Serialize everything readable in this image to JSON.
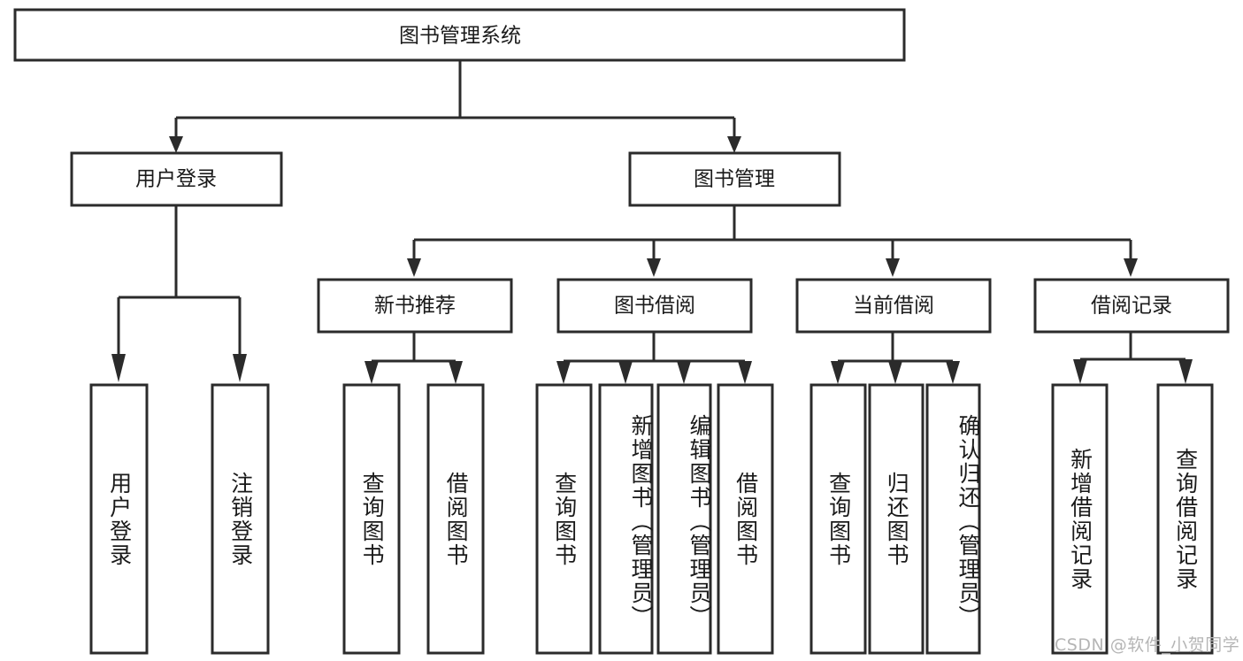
{
  "diagram": {
    "title": "图书管理系统",
    "type": "hierarchy-tree",
    "root": {
      "id": "root",
      "label": "图书管理系统",
      "orientation": "horizontal"
    },
    "level1": [
      {
        "id": "user-login",
        "label": "用户登录",
        "orientation": "horizontal"
      },
      {
        "id": "book-manage",
        "label": "图书管理",
        "orientation": "horizontal"
      }
    ],
    "level2": [
      {
        "id": "new-book-rec",
        "label": "新书推荐",
        "orientation": "horizontal",
        "parent": "book-manage"
      },
      {
        "id": "book-borrow",
        "label": "图书借阅",
        "orientation": "horizontal",
        "parent": "book-manage"
      },
      {
        "id": "current-borrow",
        "label": "当前借阅",
        "orientation": "horizontal",
        "parent": "book-manage"
      },
      {
        "id": "borrow-record",
        "label": "借阅记录",
        "orientation": "horizontal",
        "parent": "book-manage"
      }
    ],
    "leaves": [
      {
        "id": "leaf-user-login",
        "label": "用户登录",
        "orientation": "vertical",
        "parent": "user-login"
      },
      {
        "id": "leaf-user-logout",
        "label": "注销登录",
        "orientation": "vertical",
        "parent": "user-login"
      },
      {
        "id": "leaf-query-book-1",
        "label": "查询图书",
        "orientation": "vertical",
        "parent": "new-book-rec"
      },
      {
        "id": "leaf-borrow-book-1",
        "label": "借阅图书",
        "orientation": "vertical",
        "parent": "new-book-rec"
      },
      {
        "id": "leaf-query-book-2",
        "label": "查询图书",
        "orientation": "vertical",
        "parent": "book-borrow"
      },
      {
        "id": "leaf-add-book",
        "label": "新增图书（管理员）",
        "orientation": "vertical",
        "parent": "book-borrow"
      },
      {
        "id": "leaf-edit-book",
        "label": "编辑图书（管理员）",
        "orientation": "vertical",
        "parent": "book-borrow"
      },
      {
        "id": "leaf-borrow-book-2",
        "label": "借阅图书",
        "orientation": "vertical",
        "parent": "book-borrow"
      },
      {
        "id": "leaf-query-book-3",
        "label": "查询图书",
        "orientation": "vertical",
        "parent": "current-borrow"
      },
      {
        "id": "leaf-return-book",
        "label": "归还图书",
        "orientation": "vertical",
        "parent": "current-borrow"
      },
      {
        "id": "leaf-confirm-return",
        "label": "确认归还（管理员）",
        "orientation": "vertical",
        "parent": "current-borrow"
      },
      {
        "id": "leaf-add-record",
        "label": "新增借阅记录",
        "orientation": "vertical",
        "parent": "borrow-record"
      },
      {
        "id": "leaf-query-record",
        "label": "查询借阅记录",
        "orientation": "vertical",
        "parent": "borrow-record"
      }
    ],
    "colors": {
      "stroke": "#2b2b2b",
      "box_fill": "#ffffff",
      "text": "#1a1a1a",
      "background": "#ffffff",
      "watermark": "#b5b5b5"
    }
  },
  "watermark": {
    "text": "CSDN @软件_小贺同学"
  }
}
